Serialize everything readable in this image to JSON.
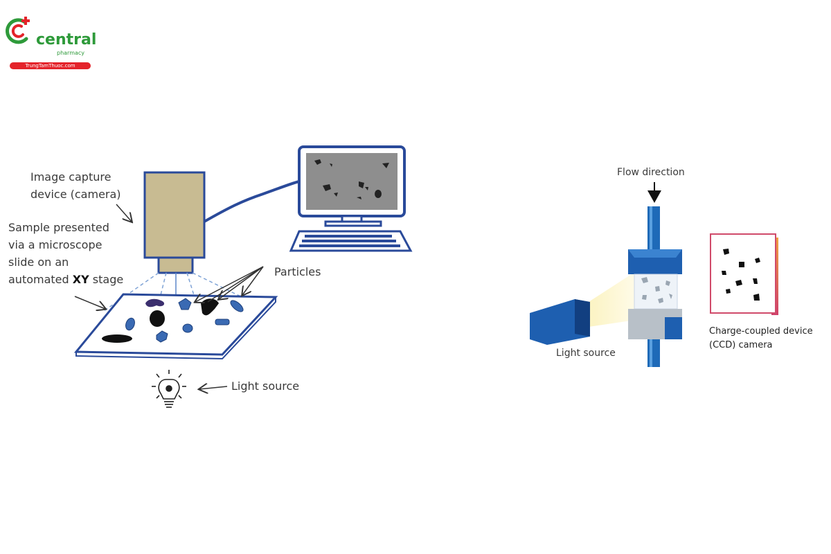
{
  "brand": {
    "name": "central",
    "sub": "pharmacy",
    "url": "TrungTamThuoc.com",
    "colors": {
      "green": "#2e9a3a",
      "red": "#e4232a"
    }
  },
  "static_diagram": {
    "camera_label_1": "Image capture",
    "camera_label_2": "device (camera)",
    "sample_label_1": "Sample presented",
    "sample_label_2": "via a microscope",
    "sample_label_3": "slide on an",
    "sample_label_4": "automated",
    "sample_label_xy": "XY",
    "sample_label_5": "stage",
    "particles_label": "Particles",
    "light_label": "Light source",
    "colors": {
      "camera": "#c8bb92",
      "stage_outline": "#2a4a9a",
      "particle": "#3a6ab3"
    }
  },
  "flow_diagram": {
    "flow_label": "Flow direction",
    "light_label": "Light source",
    "ccd_label_1": "Charge-coupled device",
    "ccd_label_2": "(CCD) camera",
    "colors": {
      "tube": "#1e6ab8",
      "light_beam": "#fdf6c8",
      "ccd_border": "#d04a6a"
    }
  }
}
